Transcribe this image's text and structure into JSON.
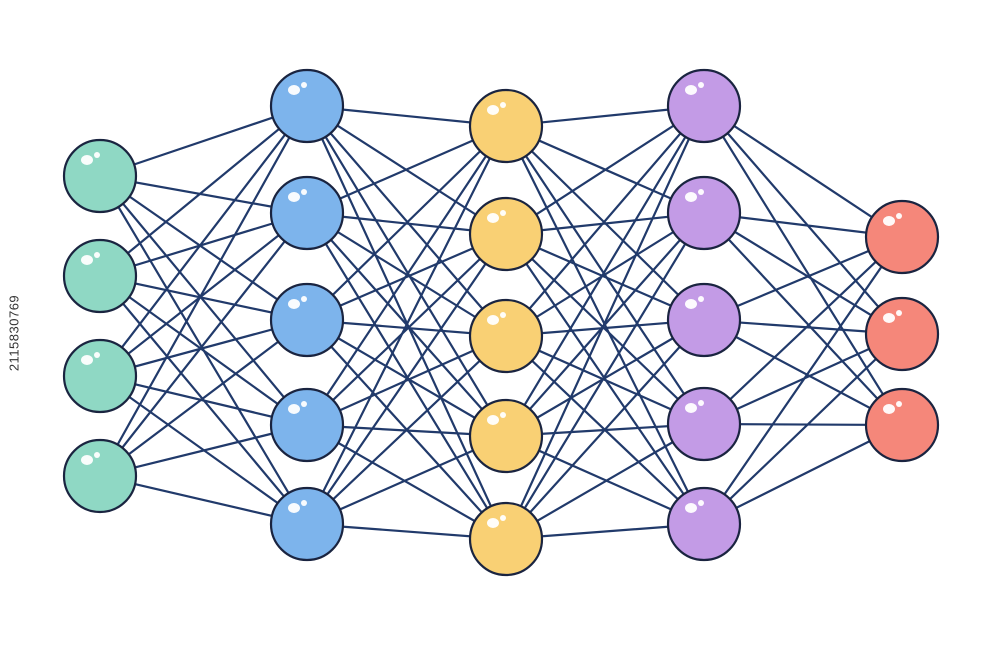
{
  "diagram": {
    "type": "neural-network",
    "layers": [
      {
        "name": "input",
        "nodes": 4,
        "color": "#8fd8c4"
      },
      {
        "name": "hidden-1",
        "nodes": 5,
        "color": "#7db4ec"
      },
      {
        "name": "hidden-2",
        "nodes": 5,
        "color": "#f9d074"
      },
      {
        "name": "hidden-3",
        "nodes": 5,
        "color": "#c39be6"
      },
      {
        "name": "output",
        "nodes": 3,
        "color": "#f5877a"
      }
    ],
    "connections": "fully-connected",
    "edge_color": "#213a6b",
    "node_outline_color": "#1a2440"
  },
  "watermark": {
    "stock_id": "211583076​9"
  }
}
